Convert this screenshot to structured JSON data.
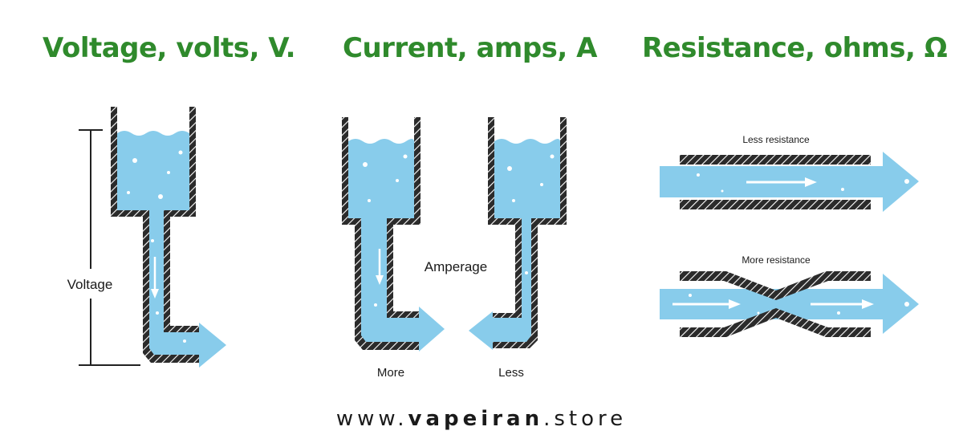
{
  "colors": {
    "heading": "#2f8a2c",
    "water": "#88cceb",
    "bubble": "#ffffff",
    "wall": "#2b2b2b",
    "text": "#1a1a1a"
  },
  "headings": {
    "voltage": "Voltage, volts, V.",
    "current": "Current, amps, A",
    "resistance": "Resistance, ohms, Ω"
  },
  "labels": {
    "voltage": "Voltage",
    "amperage": "Amperage",
    "more": "More",
    "less": "Less",
    "less_resistance": "Less resistance",
    "more_resistance": "More resistance"
  },
  "footer": {
    "prefix": "www.",
    "brand": "vapeiran",
    "suffix": ".store"
  }
}
